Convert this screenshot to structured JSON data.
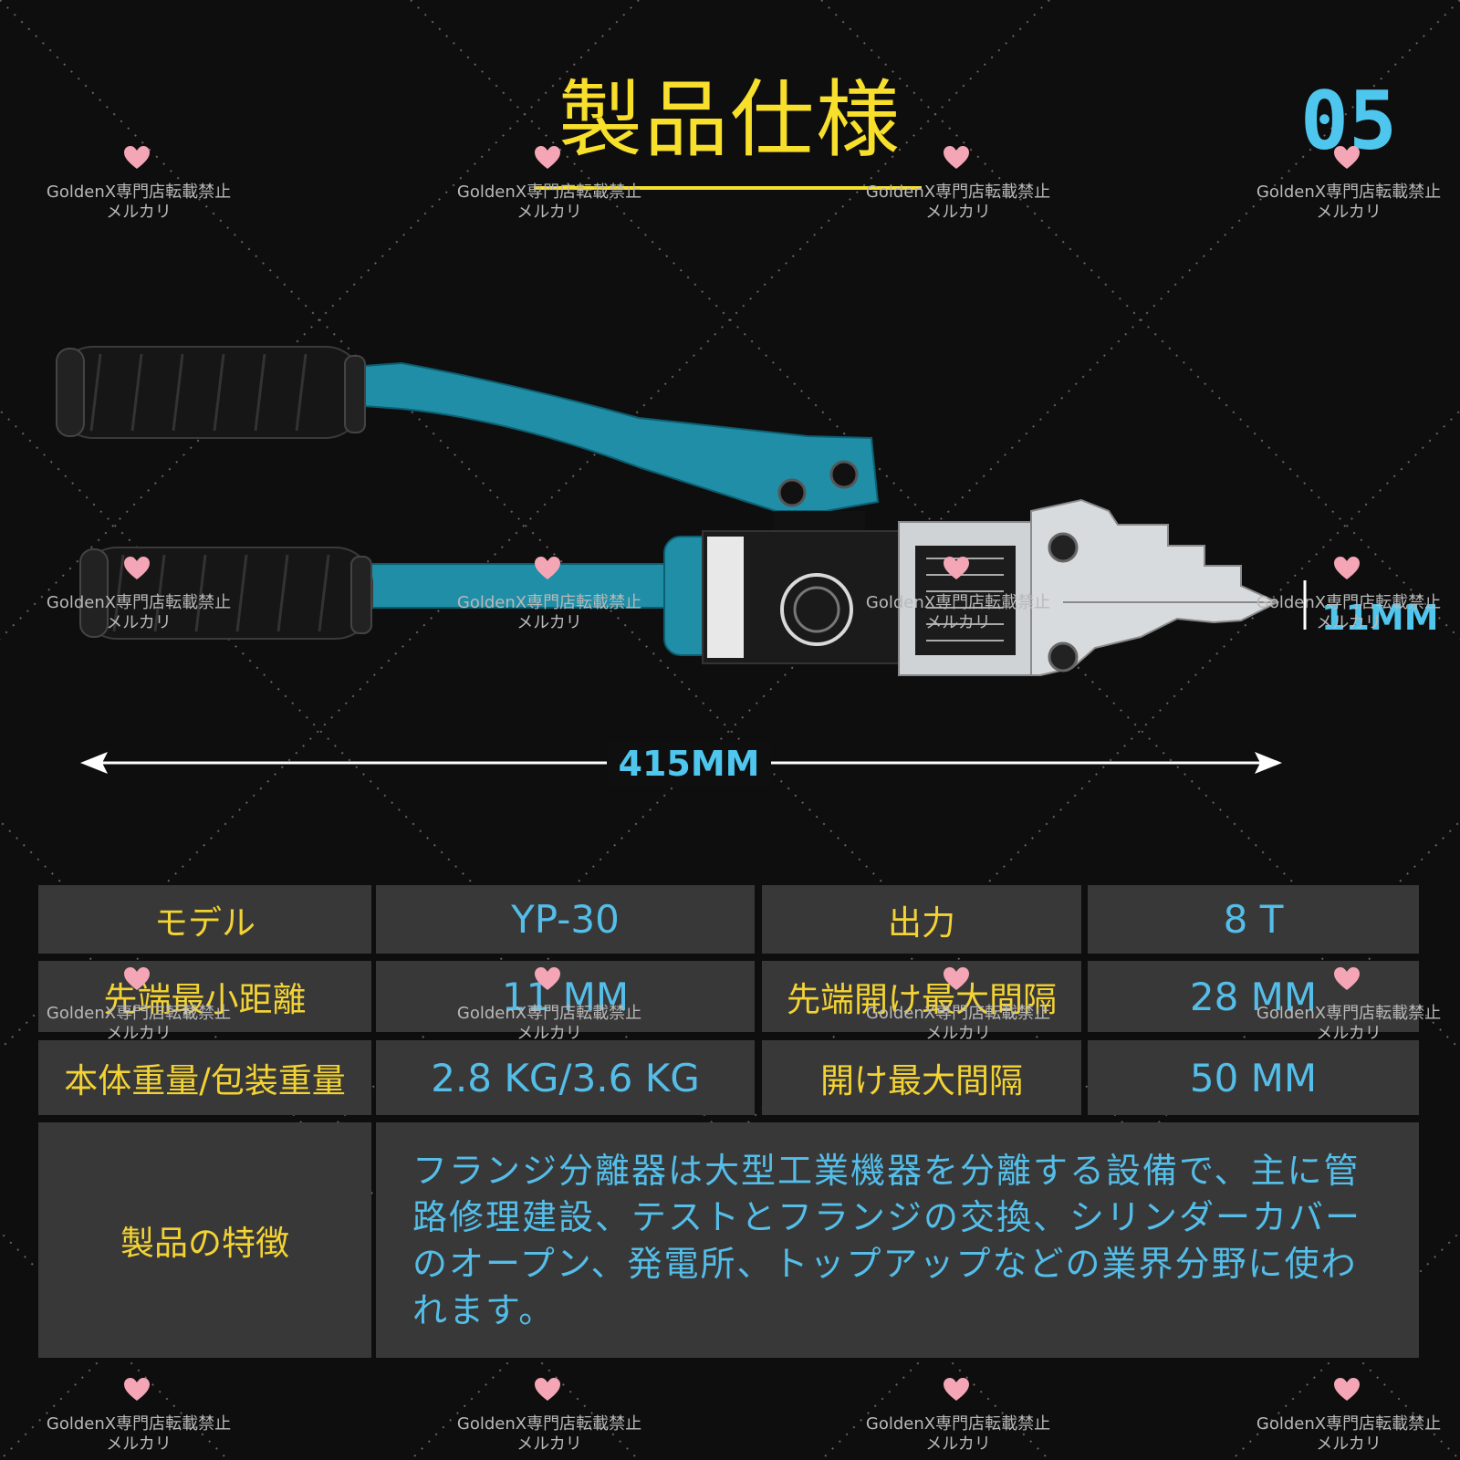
{
  "header": {
    "title": "製品仕様",
    "page_number": "05"
  },
  "watermark": {
    "line1": "GoldenX専門店転載禁止",
    "line2": "メルカリ"
  },
  "dimensions": {
    "total_length": "415MM",
    "tip_width": "11MM"
  },
  "specs": {
    "rows": [
      {
        "label1": "モデル",
        "value1": "YP-30",
        "label2": "出力",
        "value2": "8 T"
      },
      {
        "label1": "先端最小距離",
        "value1": "11 MM",
        "label2": "先端開け最大間隔",
        "value2": "28 MM"
      },
      {
        "label1": "本体重量/包装重量",
        "value1": "2.8 KG/3.6 KG",
        "label2": "開け最大間隔",
        "value2": "50 MM"
      }
    ],
    "feature_label": "製品の特徴",
    "feature_text": "フランジ分離器は大型工業機器を分離する設備で、主に管路修理建設、テストとフランジの交換、シリンダーカバーのオープン、発電所、トップアップなどの業界分野に使われます。"
  },
  "colors": {
    "title_yellow": "#f7df2c",
    "accent_blue": "#4fc6ee",
    "cell_gray": "#383838",
    "tool_teal": "#1f8ea6",
    "background": "#0e0e0e"
  },
  "icons": {
    "watermark_mark": "heart-icon",
    "tool_image": "hydraulic-flange-spreader-illustration"
  }
}
